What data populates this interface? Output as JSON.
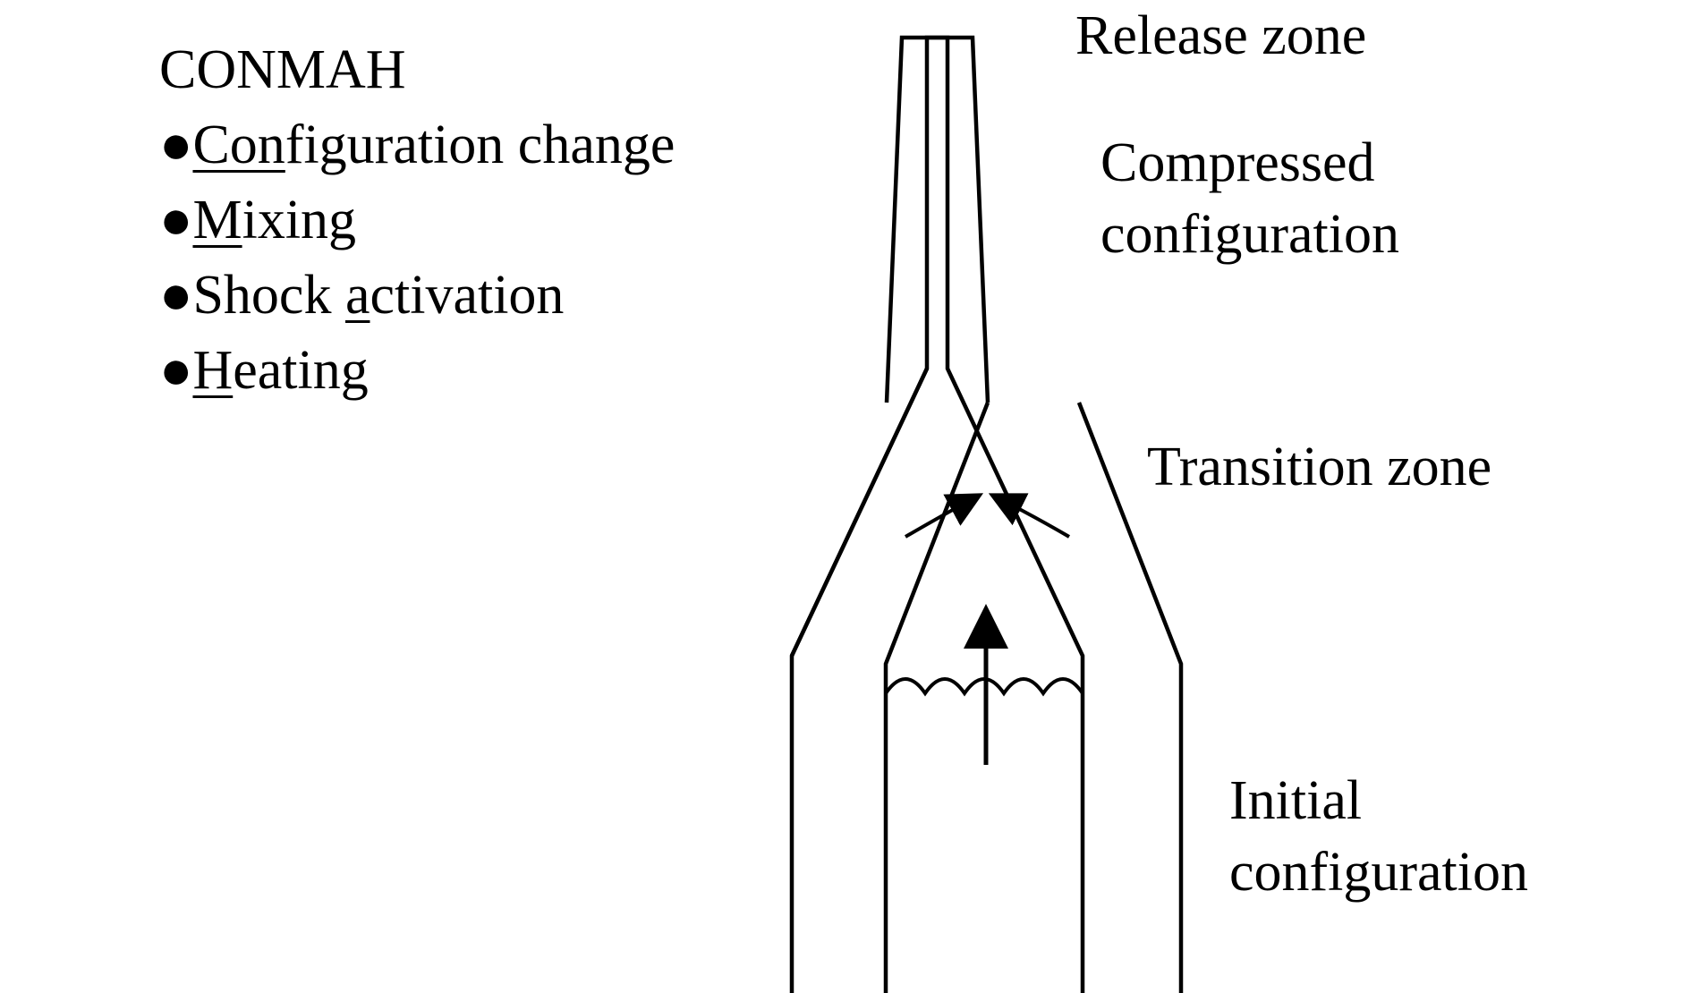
{
  "legend": {
    "title": "CONMAH",
    "bullet_glyph": "●",
    "items": [
      {
        "underlined": "Con",
        "rest": "figuration change"
      },
      {
        "underlined": "M",
        "rest": "ixing"
      },
      {
        "prefix": "Shock ",
        "underlined": "a",
        "rest": "ctivation"
      },
      {
        "underlined": "H",
        "rest": "eating"
      }
    ]
  },
  "labels": {
    "release_zone": "Release zone",
    "compressed_line1": "Compressed",
    "compressed_line2": "configuration",
    "transition_zone": "Transition zone",
    "initial_line1": "Initial",
    "initial_line2": "configuration"
  },
  "colors": {
    "stroke": "#000000",
    "background": "#ffffff"
  }
}
